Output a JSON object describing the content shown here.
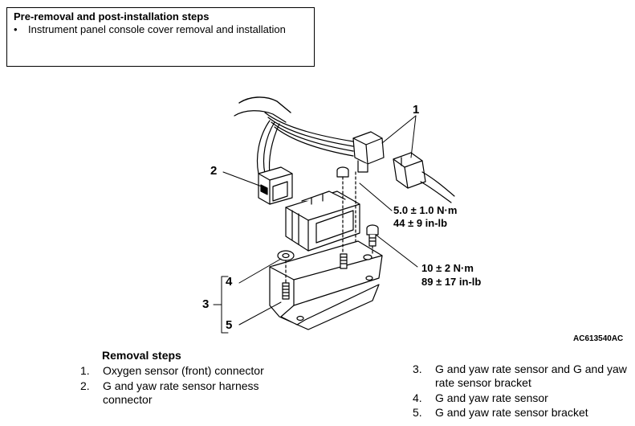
{
  "pre_box": {
    "title": "Pre-removal and post-installation steps",
    "bullet": "•",
    "item": "Instrument panel console cover removal and installation"
  },
  "figure": {
    "callouts": [
      "1",
      "2",
      "3",
      "4",
      "5"
    ],
    "torque_1": {
      "metric": "5.0 ± 1.0 N·m",
      "imperial": "44 ± 9 in-lb"
    },
    "torque_2": {
      "metric": "10 ± 2 N·m",
      "imperial": "89 ± 17 in-lb"
    },
    "code": "AC613540AC"
  },
  "removal": {
    "title": "Removal steps",
    "steps": [
      {
        "n": "1.",
        "text": "Oxygen sensor (front) connector"
      },
      {
        "n": "2.",
        "text": "G and yaw rate sensor harness connector"
      },
      {
        "n": "3.",
        "text": "G and yaw rate sensor and G and yaw rate sensor bracket"
      },
      {
        "n": "4.",
        "text": "G and yaw rate sensor"
      },
      {
        "n": "5.",
        "text": "G and yaw rate sensor bracket"
      }
    ]
  }
}
